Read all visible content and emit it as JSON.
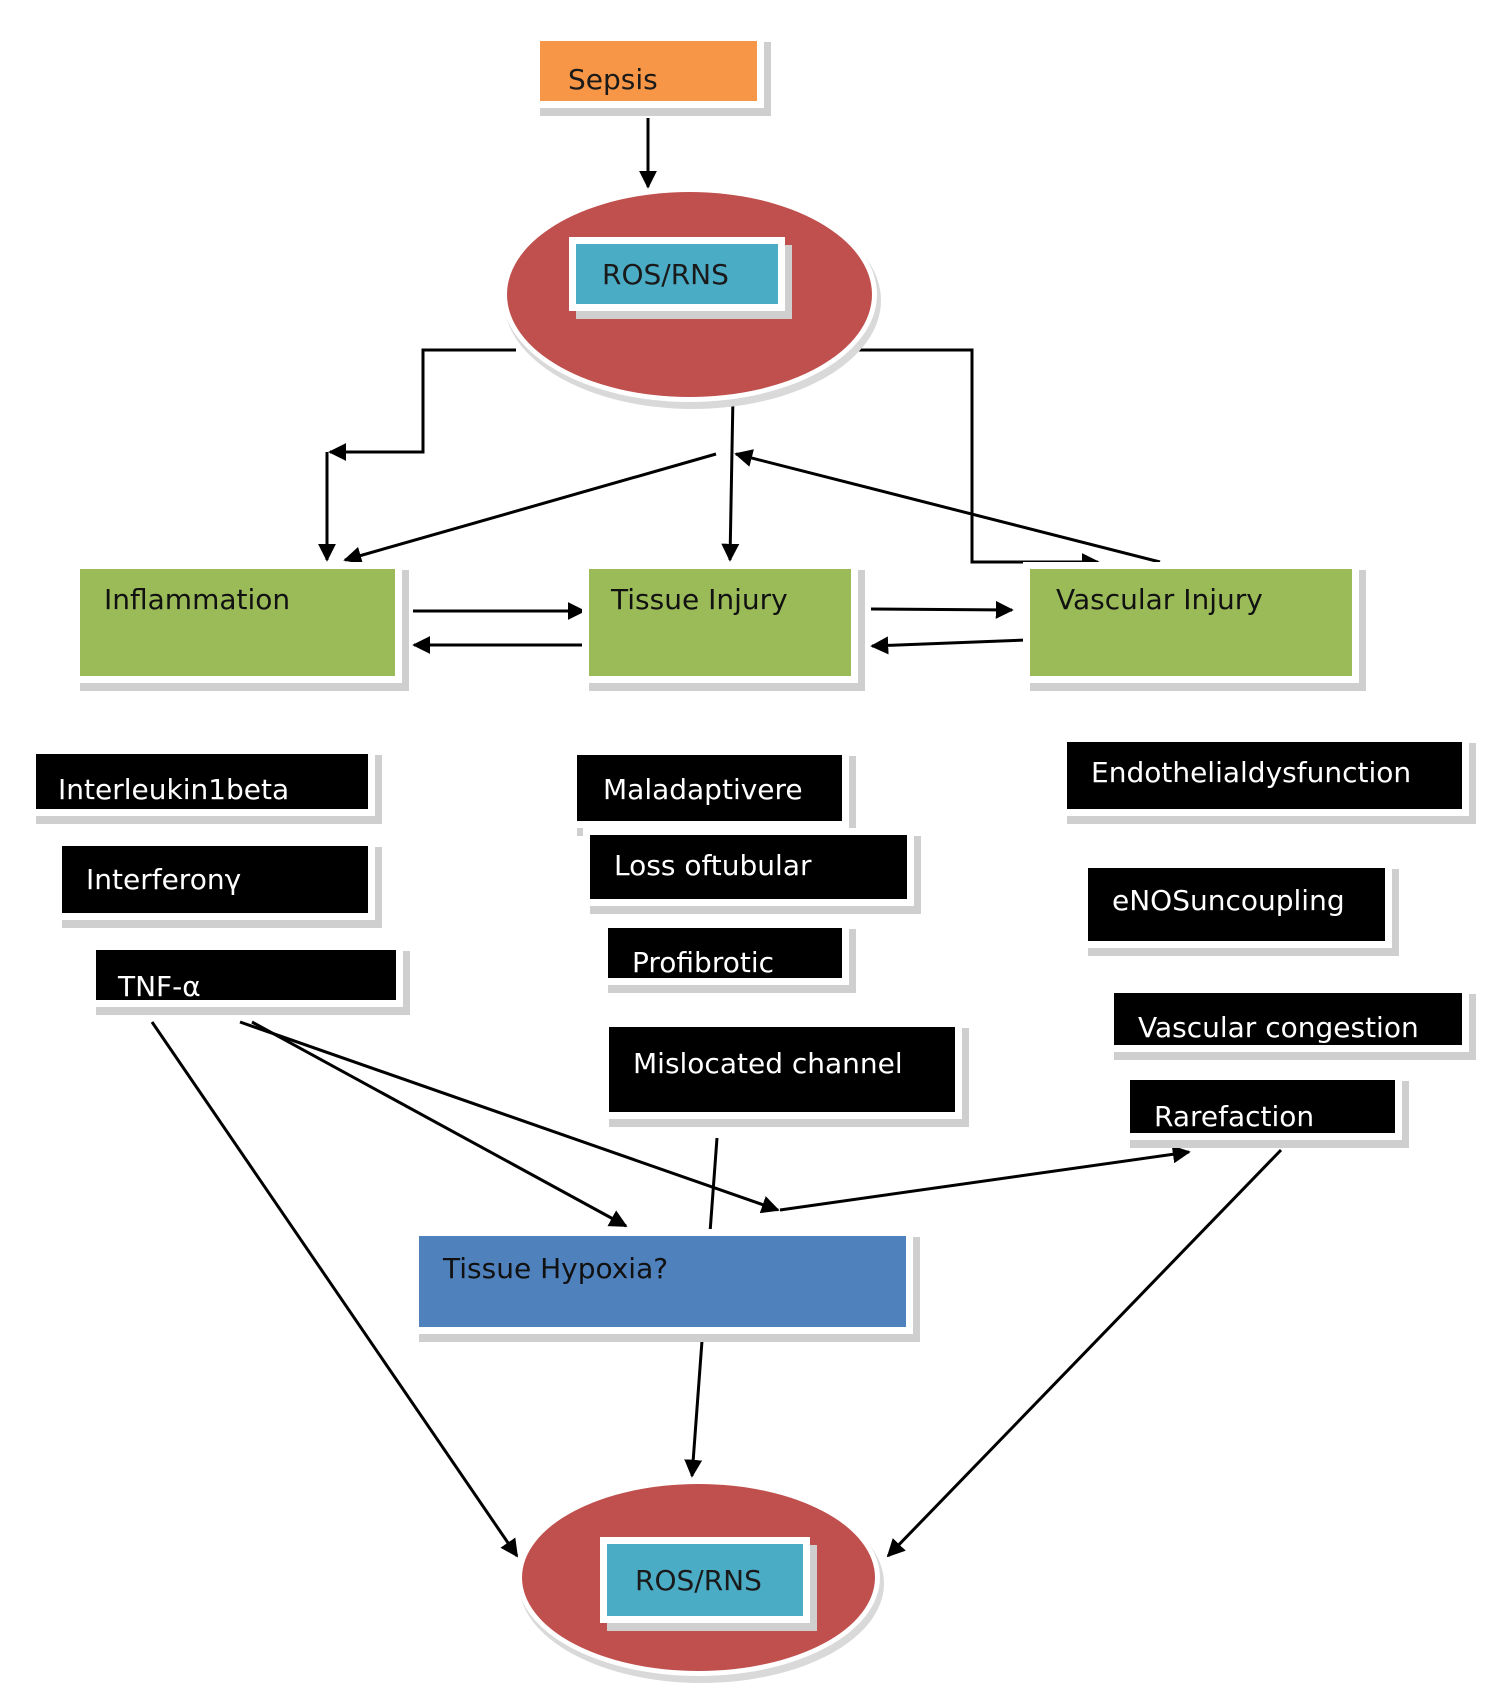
{
  "top_nodes": {
    "sepsis": "Sepsis",
    "ros_rns_top": "ROS/RNS"
  },
  "injury_nodes": {
    "inflammation": "Inflammation",
    "tissue_injury": "Tissue Injury",
    "vascular_injury": "Vascular Injury"
  },
  "inflammation_factors": [
    "Interleukin1beta",
    "Interferonγ",
    "TNF-α"
  ],
  "tissue_factors": [
    "Maladaptivere",
    "Loss oftubular",
    "Profibrotic",
    "Mislocated channel"
  ],
  "vascular_factors": [
    "Endothelialdysfunction",
    "eNOSuncoupling",
    "Vascular congestion",
    "Rarefaction"
  ],
  "bottom_nodes": {
    "tissue_hypoxia": "Tissue Hypoxia?",
    "ros_rns_bottom": "ROS/RNS"
  },
  "colors": {
    "sepsis_fill": "#f79646",
    "ellipse_fill": "#c0504d",
    "ros_box_fill": "#4bacc6",
    "injury_box_fill": "#9bbb59",
    "factor_box_fill": "#000000",
    "hypoxia_box_fill": "#4f81bd"
  }
}
